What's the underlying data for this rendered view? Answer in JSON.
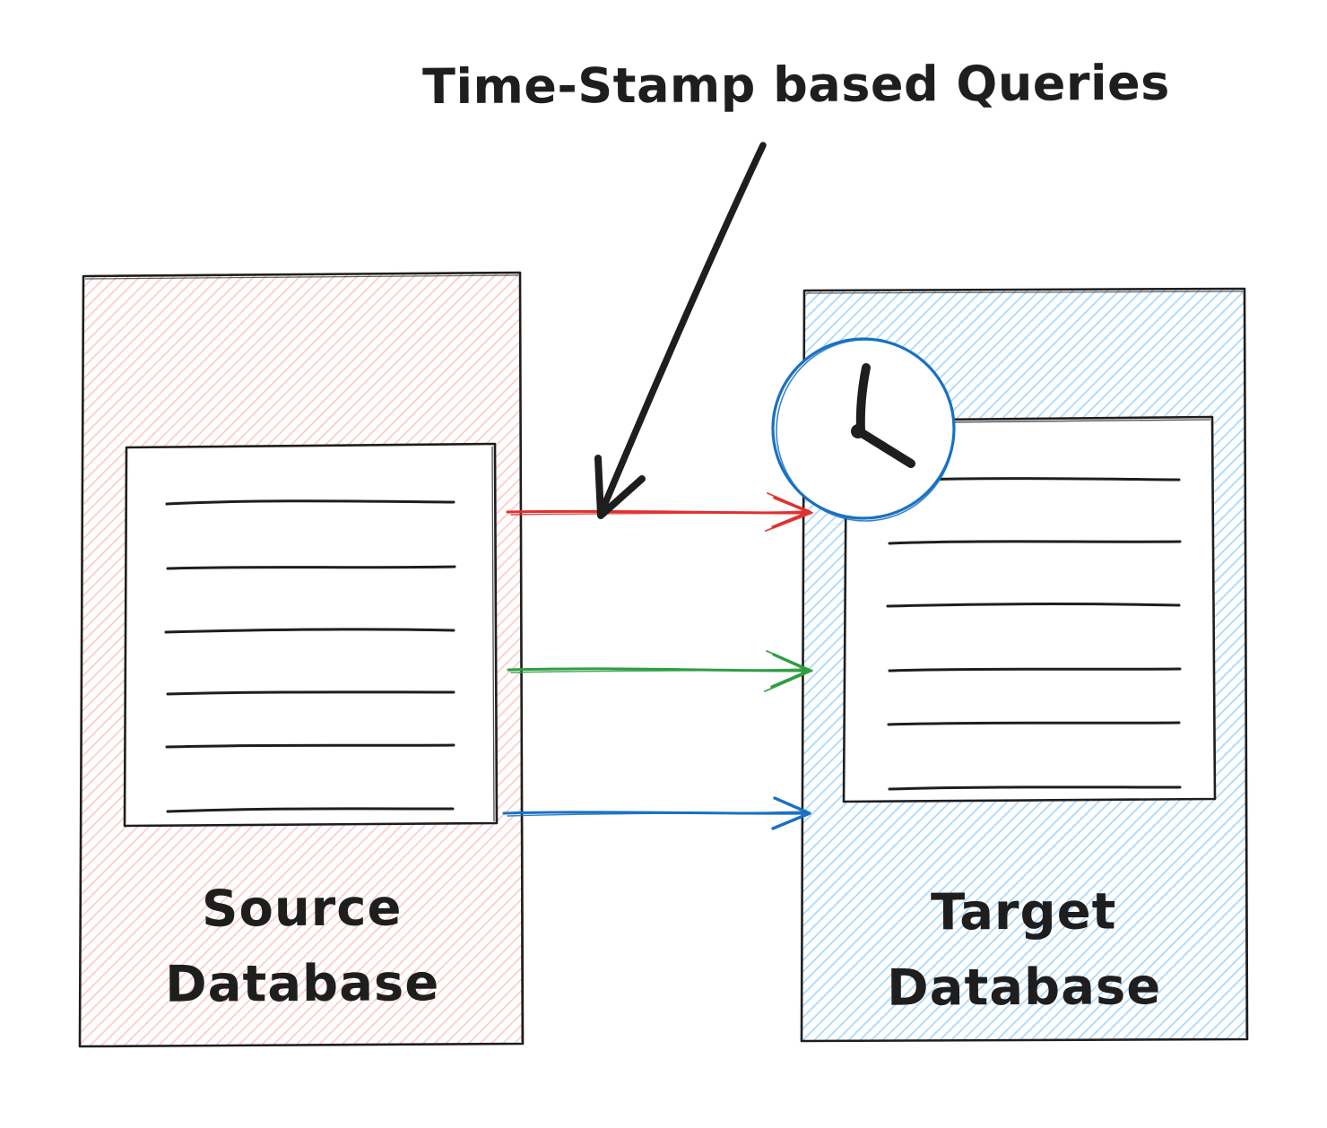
{
  "diagram": {
    "title": "Time-Stamp based Queries",
    "background": "#ffffff",
    "ink_color": "#1e1e1e",
    "source_database": {
      "label_line1": "Source",
      "label_line2": "Database",
      "hatch_color": "#ffc9c9",
      "table_row_count": 6
    },
    "target_database": {
      "label_line1": "Target",
      "label_line2": "Database",
      "hatch_color": "#a5d8ff",
      "table_row_count": 6
    },
    "sync_arrows": [
      {
        "name": "red-sync-arrow",
        "color": "#e03131"
      },
      {
        "name": "green-sync-arrow",
        "color": "#2f9e44"
      },
      {
        "name": "blue-sync-arrow",
        "color": "#1971c2"
      }
    ],
    "annotation_arrow_color": "#1e1e1e",
    "clock_icon": {
      "name": "clock-icon",
      "color": "#1971c2"
    }
  }
}
